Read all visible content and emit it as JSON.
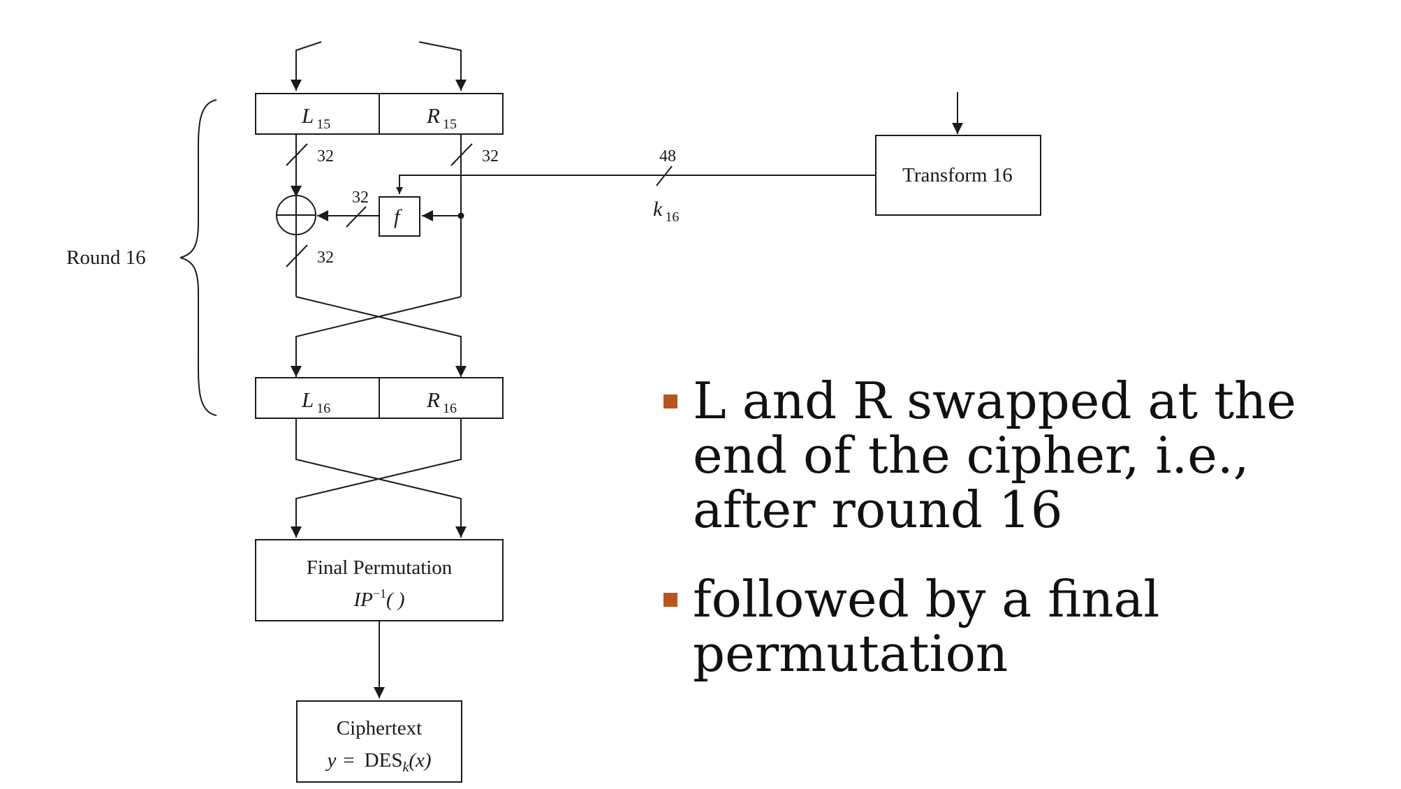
{
  "diagram": {
    "round_label": "Round 16",
    "top_block": {
      "left": {
        "var": "L",
        "sub": "15"
      },
      "right": {
        "var": "R",
        "sub": "15"
      }
    },
    "bottom_block": {
      "left": {
        "var": "L",
        "sub": "16"
      },
      "right": {
        "var": "R",
        "sub": "16"
      }
    },
    "width_left": "32",
    "width_right": "32",
    "width_f_out": "32",
    "width_xor_out": "32",
    "width_key": "48",
    "f_label": "f",
    "key_label": {
      "var": "k",
      "sub": "16"
    },
    "transform_label": "Transform 16",
    "final_perm": {
      "line1": "Final Permutation",
      "line2_var": "IP",
      "line2_sup": "−1",
      "line2_tail": "( )"
    },
    "ciphertext": {
      "line1": "Ciphertext",
      "y": "y",
      "eq": "=",
      "des": "DES",
      "k": "k",
      "arg": "(x)"
    }
  },
  "bullets": [
    "L and R swapped at the end of the cipher, i.e., after round 16",
    "followed by a final permutation"
  ],
  "colors": {
    "bullet": "#b8541e",
    "line": "#1a1a1a"
  }
}
